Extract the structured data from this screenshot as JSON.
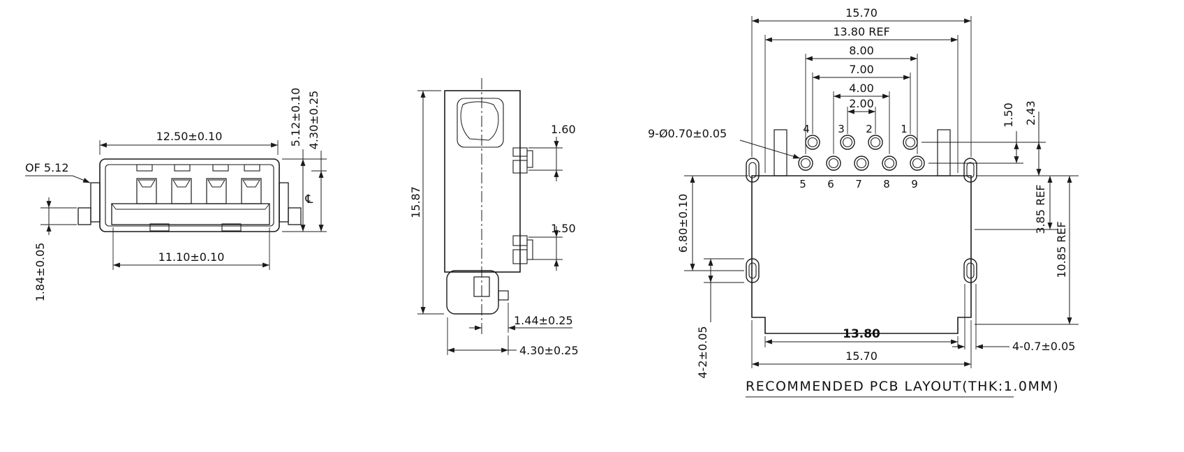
{
  "drawing": {
    "type": "connector technical drawing",
    "colors": {
      "line": "#1a1a1a",
      "background": "#ffffff",
      "dark_fill": "#2e2e2e"
    }
  },
  "views": {
    "front": {
      "dim_width_top": "12.50±0.10",
      "dim_width_inner": "11.10±0.10",
      "dim_leg_height": "1.84±0.05",
      "label_of": "OF 5.12",
      "dim_height": "5.12±0.10",
      "dim_height2": "4.30±0.25",
      "centerline_symbol": "℄"
    },
    "side": {
      "dim_height": "15.87",
      "dim_contact_top": "1.60",
      "dim_contact_mid": "1.50",
      "dim_foot_offset": "1.44±0.25",
      "dim_foot_width": "4.30±0.25"
    },
    "pcb": {
      "dim_top": [
        "15.70",
        "13.80  REF",
        "8.00",
        "7.00",
        "4.00",
        "2.00"
      ],
      "hole_callout": "9-Ø0.70±0.05",
      "dim_row_pitch": "1.50",
      "dim_row_edge": "2.43",
      "dim_left_height": "6.80±0.10",
      "dim_slot_length": "4-2±0.05",
      "dim_right_ref1": "3.85 REF",
      "dim_right_ref2": "10.85 REF",
      "dim_bottom_inner": "13.80",
      "dim_bottom_outer": "15.70",
      "dim_slot_width": "4-0.7±0.05",
      "pins_top": [
        "4",
        "3",
        "2",
        "1"
      ],
      "pins_bottom": [
        "5",
        "6",
        "7",
        "8",
        "9"
      ],
      "note": "RECOMMENDED PCB LAYOUT(THK:1.0MM)"
    }
  }
}
